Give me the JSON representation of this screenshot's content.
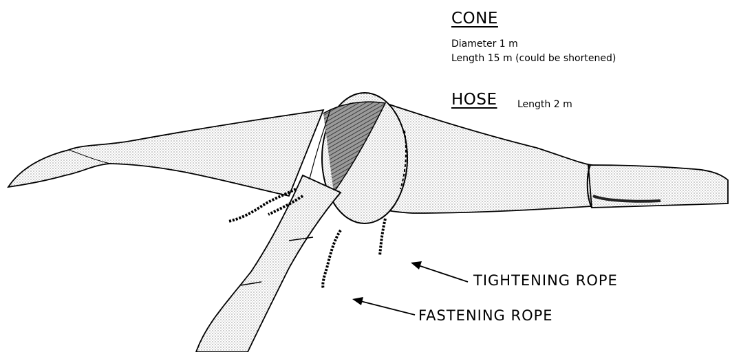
{
  "cone": {
    "title": "CONE",
    "diameter": "Diameter 1 m",
    "length": "Length 15 m (could be shortened)"
  },
  "hose": {
    "title": "HOSE",
    "length": "Length 2 m"
  },
  "callouts": {
    "tightening_rope": "TIGHTENING ROPE",
    "fastening_rope": "FASTENING ROPE"
  },
  "colors": {
    "ink": "#000000",
    "stipple": "#555555",
    "background": "#ffffff"
  }
}
